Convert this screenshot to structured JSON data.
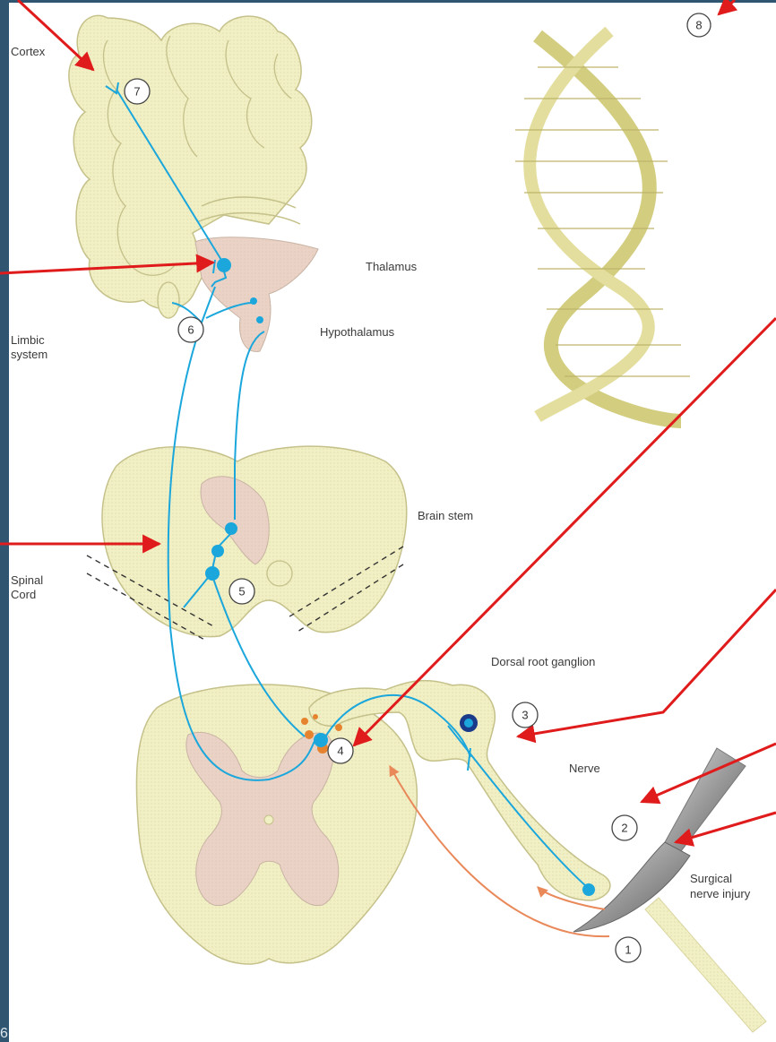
{
  "labels": {
    "cortex": "Cortex",
    "thalamus": "Thalamus",
    "hypothalamus": "Hypothalamus",
    "limbic_line1": "Limbic",
    "limbic_line2": "system",
    "brain_stem": "Brain stem",
    "spinal_line1": "Spinal",
    "spinal_line2": "Cord",
    "drg": "Dorsal root ganglion",
    "nerve": "Nerve",
    "surgical_line1": "Surgical",
    "surgical_line2": "nerve injury"
  },
  "markers": [
    "1",
    "2",
    "3",
    "4",
    "5",
    "6",
    "7",
    "8"
  ],
  "slide_number": "6",
  "colors": {
    "sidebar": "#2f5571",
    "tissue": "#f1efc4",
    "tissue_outline": "#c5c18a",
    "grey_matter": "#ead3c6",
    "neuron": "#1ba7dc",
    "pointer_arrow": "#e01b1b",
    "input_arrow": "#e9895a",
    "dna": "#d3cd80"
  }
}
